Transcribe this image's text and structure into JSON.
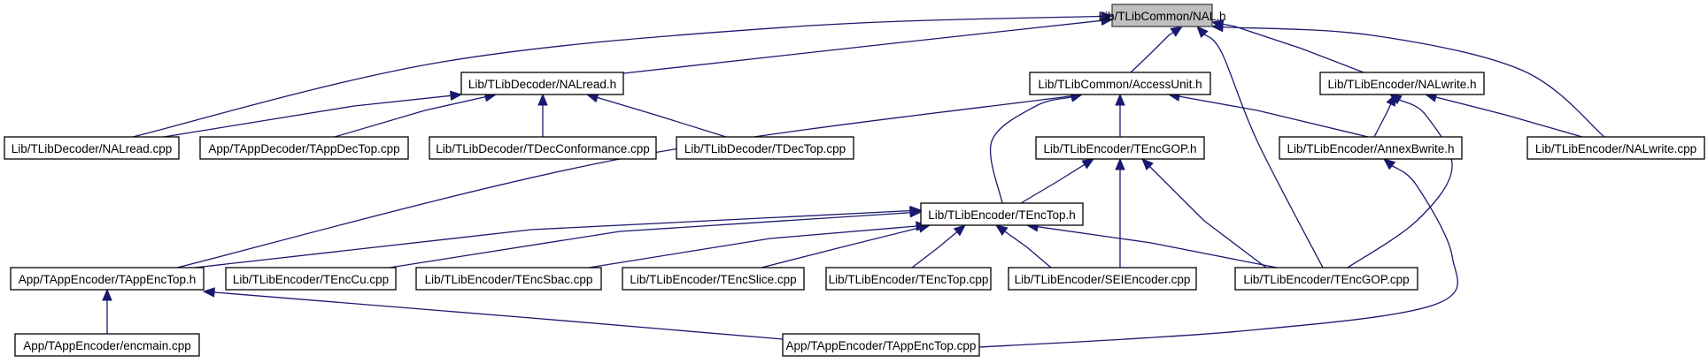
{
  "title": "Include dependency graph for Lib/TLibCommon/NAL.h (included-by graph)",
  "colors": {
    "edge": "#191970",
    "root_fill": "#bfbfbf",
    "node_fill": "#ffffff",
    "node_border": "#000000"
  },
  "nodes": [
    {
      "id": "nal_h",
      "label": "Lib/TLibCommon/NAL.h",
      "root": true
    },
    {
      "id": "nalread_h",
      "label": "Lib/TLibDecoder/NALread.h"
    },
    {
      "id": "accessunit_h",
      "label": "Lib/TLibCommon/AccessUnit.h"
    },
    {
      "id": "nalwrite_h",
      "label": "Lib/TLibEncoder/NALwrite.h"
    },
    {
      "id": "nalread_cpp",
      "label": "Lib/TLibDecoder/NALread.cpp"
    },
    {
      "id": "tappdectop_cpp",
      "label": "App/TAppDecoder/TAppDecTop.cpp"
    },
    {
      "id": "tdecconformance_cpp",
      "label": "Lib/TLibDecoder/TDecConformance.cpp"
    },
    {
      "id": "tdectop_cpp",
      "label": "Lib/TLibDecoder/TDecTop.cpp"
    },
    {
      "id": "tencgop_h",
      "label": "Lib/TLibEncoder/TEncGOP.h"
    },
    {
      "id": "annexbwrite_h",
      "label": "Lib/TLibEncoder/AnnexBwrite.h"
    },
    {
      "id": "nalwrite_cpp",
      "label": "Lib/TLibEncoder/NALwrite.cpp"
    },
    {
      "id": "tenctop_h",
      "label": "Lib/TLibEncoder/TEncTop.h"
    },
    {
      "id": "tappenctop_h",
      "label": "App/TAppEncoder/TAppEncTop.h"
    },
    {
      "id": "tenccu_cpp",
      "label": "Lib/TLibEncoder/TEncCu.cpp"
    },
    {
      "id": "tencsbac_cpp",
      "label": "Lib/TLibEncoder/TEncSbac.cpp"
    },
    {
      "id": "tencslice_cpp",
      "label": "Lib/TLibEncoder/TEncSlice.cpp"
    },
    {
      "id": "tenctop_cpp",
      "label": "Lib/TLibEncoder/TEncTop.cpp"
    },
    {
      "id": "seiencoder_cpp",
      "label": "Lib/TLibEncoder/SEIEncoder.cpp"
    },
    {
      "id": "tencgop_cpp",
      "label": "Lib/TLibEncoder/TEncGOP.cpp"
    },
    {
      "id": "encmain_cpp",
      "label": "App/TAppEncoder/encmain.cpp"
    },
    {
      "id": "tappenctop_cpp",
      "label": "App/TAppEncoder/TAppEncTop.cpp"
    }
  ],
  "edges": [
    {
      "from": "nalread_cpp",
      "to": "nal_h"
    },
    {
      "from": "nalread_h",
      "to": "nal_h"
    },
    {
      "from": "accessunit_h",
      "to": "nal_h"
    },
    {
      "from": "tencgop_cpp",
      "to": "nal_h"
    },
    {
      "from": "nalwrite_h",
      "to": "nal_h"
    },
    {
      "from": "nalwrite_cpp",
      "to": "nal_h"
    },
    {
      "from": "nalread_cpp",
      "to": "nalread_h"
    },
    {
      "from": "tappdectop_cpp",
      "to": "nalread_h"
    },
    {
      "from": "tdecconformance_cpp",
      "to": "nalread_h"
    },
    {
      "from": "tdectop_cpp",
      "to": "nalread_h"
    },
    {
      "from": "tappenctop_h",
      "to": "accessunit_h"
    },
    {
      "from": "tenctop_h",
      "to": "accessunit_h"
    },
    {
      "from": "tencgop_h",
      "to": "accessunit_h"
    },
    {
      "from": "annexbwrite_h",
      "to": "accessunit_h"
    },
    {
      "from": "annexbwrite_h",
      "to": "nalwrite_h"
    },
    {
      "from": "tencgop_cpp",
      "to": "nalwrite_h"
    },
    {
      "from": "nalwrite_cpp",
      "to": "nalwrite_h"
    },
    {
      "from": "tenctop_h",
      "to": "tencgop_h"
    },
    {
      "from": "seiencoder_cpp",
      "to": "tencgop_h"
    },
    {
      "from": "tencgop_cpp",
      "to": "tencgop_h"
    },
    {
      "from": "tappenctop_cpp",
      "to": "annexbwrite_h"
    },
    {
      "from": "tappenctop_h",
      "to": "tenctop_h"
    },
    {
      "from": "tenccu_cpp",
      "to": "tenctop_h"
    },
    {
      "from": "tencsbac_cpp",
      "to": "tenctop_h"
    },
    {
      "from": "tencslice_cpp",
      "to": "tenctop_h"
    },
    {
      "from": "tenctop_cpp",
      "to": "tenctop_h"
    },
    {
      "from": "seiencoder_cpp",
      "to": "tenctop_h"
    },
    {
      "from": "tencgop_cpp",
      "to": "tenctop_h"
    },
    {
      "from": "encmain_cpp",
      "to": "tappenctop_h"
    },
    {
      "from": "tappenctop_cpp",
      "to": "tappenctop_h"
    }
  ]
}
